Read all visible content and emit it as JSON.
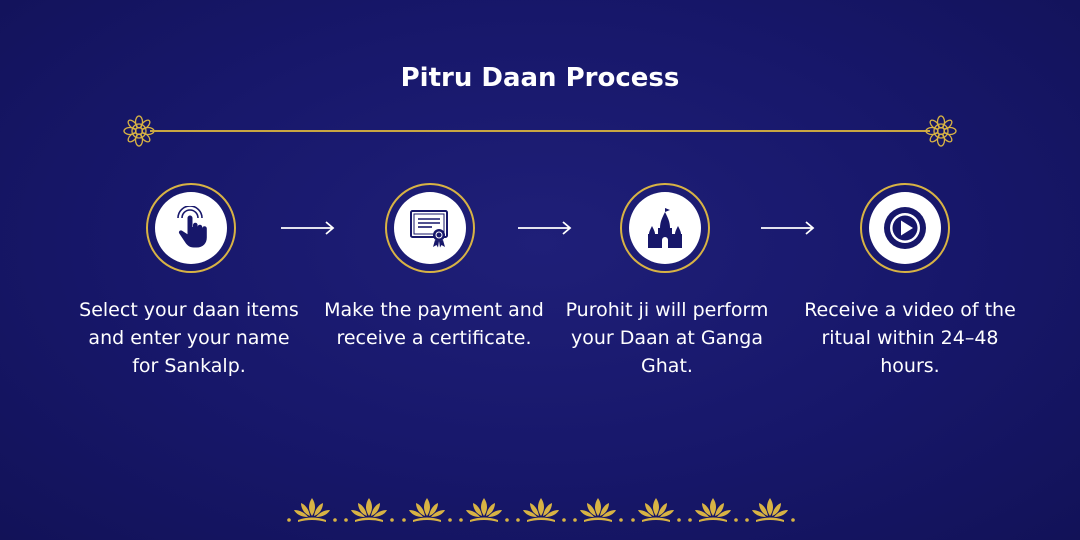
{
  "header": {
    "title": "Pitru Daan Process"
  },
  "colors": {
    "background": "#17176a",
    "accent_gold": "#d8b344",
    "text": "#ffffff",
    "icon_fill": "#17176a"
  },
  "steps": [
    {
      "icon": "hand-tap-icon",
      "text": "Select your daan items and enter your name for Sankalp."
    },
    {
      "icon": "certificate-icon",
      "text": "Make the payment and receive a certificate."
    },
    {
      "icon": "temple-icon",
      "text": "Purohit ji will perform your Daan at Ganga Ghat."
    },
    {
      "icon": "play-video-icon",
      "text": "Receive a video of the ritual within 24–48 hours."
    }
  ],
  "decorations": {
    "divider_icons": [
      "mandala-icon",
      "mandala-icon"
    ],
    "footer_icon": "lotus-motif-icon",
    "footer_count": 9
  }
}
